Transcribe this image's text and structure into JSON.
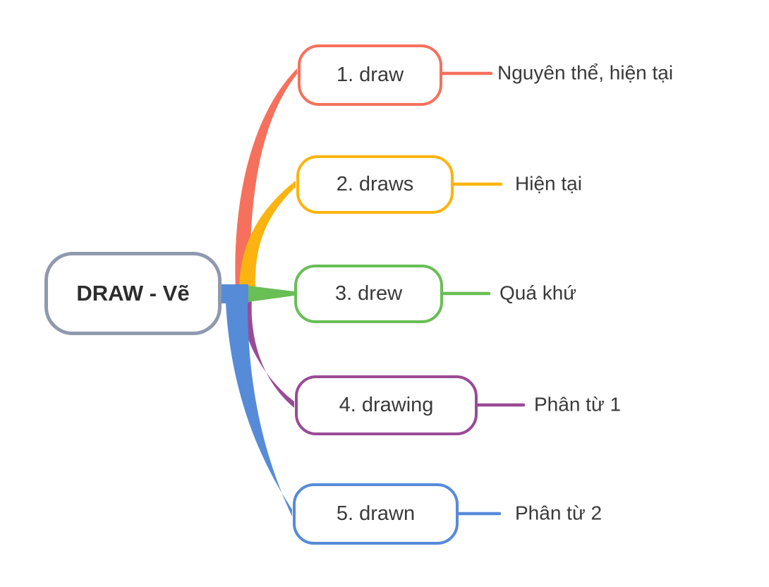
{
  "diagram": {
    "title": "DRAW verb forms mind map",
    "background_color": "#FFFFFF",
    "text_color": "#3A3A3A",
    "root": {
      "label": "DRAW - Vẽ",
      "border_color": "#8F99AD"
    },
    "branches": [
      {
        "label": "1. draw",
        "note": "Nguyên thể, hiện tại",
        "color": "#F5715D"
      },
      {
        "label": "2. draws",
        "note": "Hiện tại",
        "color": "#FBB40F"
      },
      {
        "label": "3. drew",
        "note": "Quá khứ",
        "color": "#69BE55"
      },
      {
        "label": "4. drawing",
        "note": "Phân từ 1",
        "color": "#9A4B95"
      },
      {
        "label": "5. drawn",
        "note": "Phân từ 2",
        "color": "#568BD8"
      }
    ]
  }
}
